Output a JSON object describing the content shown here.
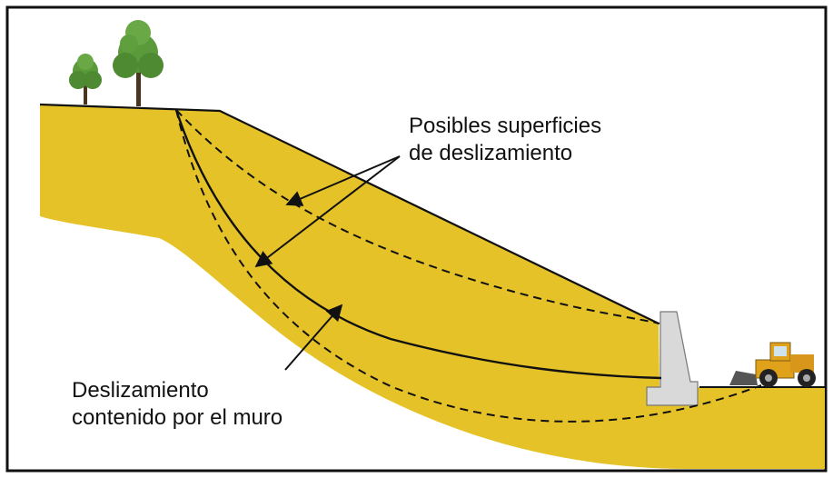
{
  "diagram": {
    "label_possible_surfaces": {
      "line1": "Posibles superficies",
      "line2": "de deslizamiento"
    },
    "label_contained_slide": {
      "line1": "Deslizamiento",
      "line2": "contenido por el muro"
    },
    "colors": {
      "soil": "#e6c229",
      "frame": "#111111",
      "wall": "#d9d9d9",
      "tree": "#4d8a32",
      "loader": "#e0a21b"
    }
  }
}
